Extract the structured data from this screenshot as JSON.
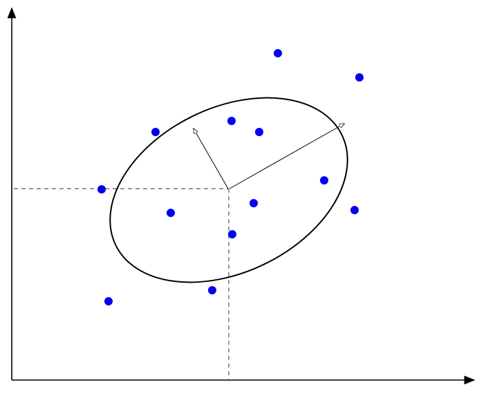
{
  "diagram": {
    "colors": {
      "axis": "#000000",
      "points": "#0000ee",
      "ellipse": "#000000",
      "guides": "#555555",
      "arrows": "#000000"
    },
    "points": [
      {
        "id": "p1",
        "label": ""
      },
      {
        "id": "p2",
        "label": ""
      },
      {
        "id": "p3",
        "label": ""
      },
      {
        "id": "p4",
        "label": ""
      },
      {
        "id": "p5",
        "label": ""
      },
      {
        "id": "p6",
        "label": ""
      },
      {
        "id": "p7",
        "label": ""
      },
      {
        "id": "p8",
        "label": ""
      },
      {
        "id": "p9",
        "label": ""
      },
      {
        "id": "p10",
        "label": ""
      },
      {
        "id": "p11",
        "label": ""
      },
      {
        "id": "p12",
        "label": ""
      },
      {
        "id": "p13",
        "label": ""
      }
    ]
  }
}
